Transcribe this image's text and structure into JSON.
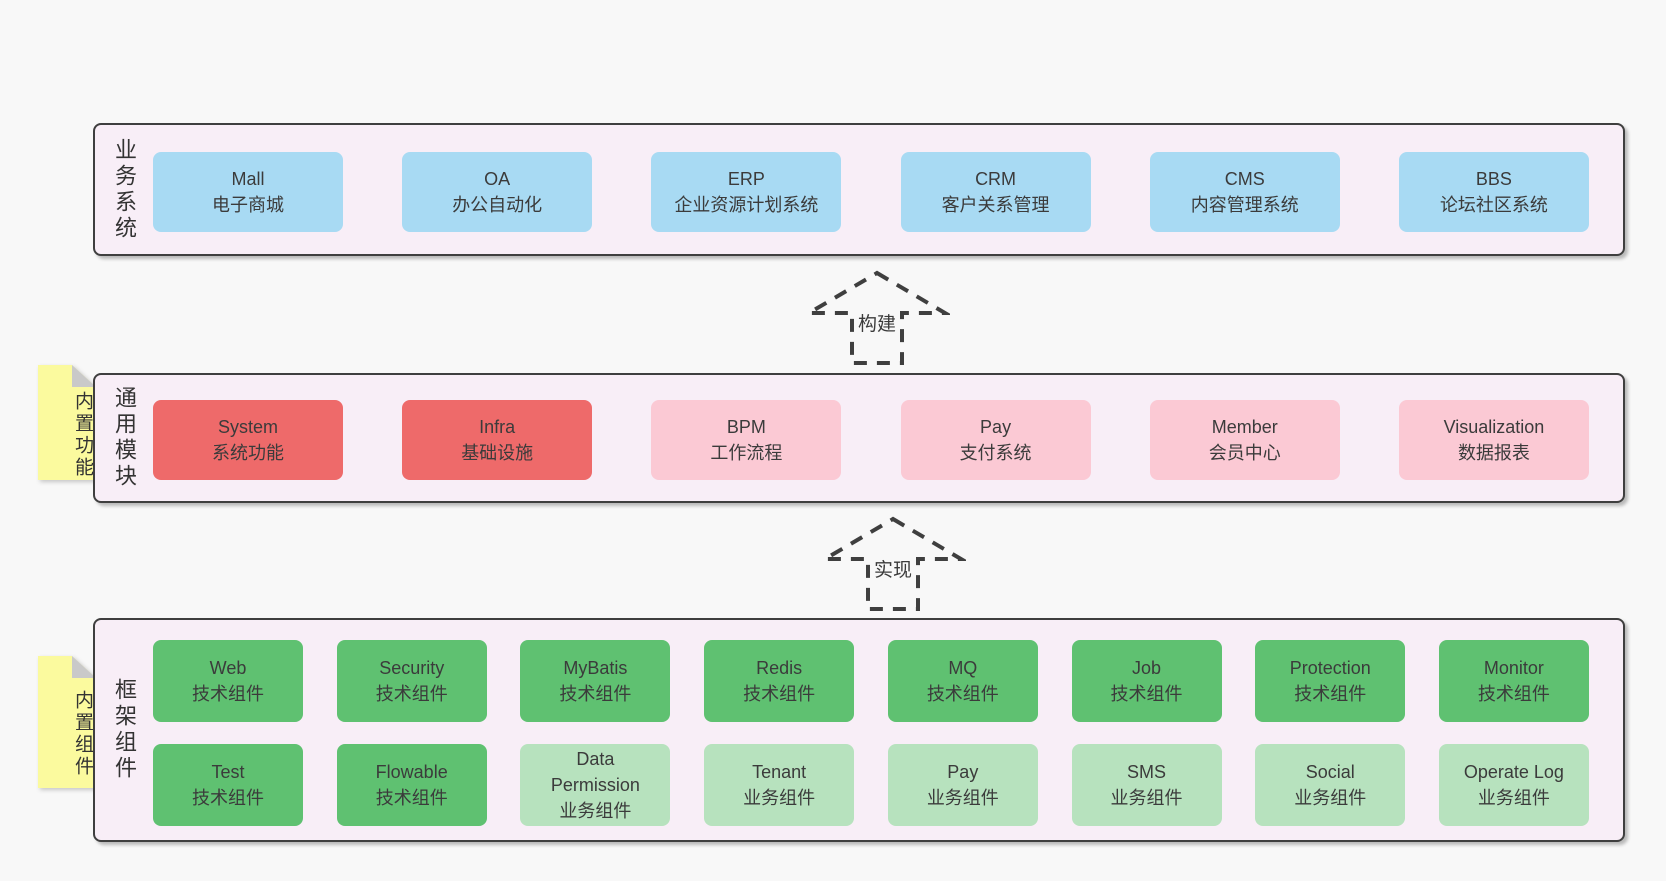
{
  "business": {
    "label": "业务系统",
    "boxes": [
      {
        "name": "Mall",
        "desc": "电子商城"
      },
      {
        "name": "OA",
        "desc": "办公自动化"
      },
      {
        "name": "ERP",
        "desc": "企业资源计划系统"
      },
      {
        "name": "CRM",
        "desc": "客户关系管理"
      },
      {
        "name": "CMS",
        "desc": "内容管理系统"
      },
      {
        "name": "BBS",
        "desc": "论坛社区系统"
      }
    ]
  },
  "modules": {
    "label": "通用模块",
    "note": "内置功能",
    "boxes": [
      {
        "name": "System",
        "desc": "系统功能"
      },
      {
        "name": "Infra",
        "desc": "基础设施"
      },
      {
        "name": "BPM",
        "desc": "工作流程"
      },
      {
        "name": "Pay",
        "desc": "支付系统"
      },
      {
        "name": "Member",
        "desc": "会员中心"
      },
      {
        "name": "Visualization",
        "desc": "数据报表"
      }
    ]
  },
  "components": {
    "label": "框架组件",
    "note": "内置组件",
    "row1": [
      {
        "name": "Web",
        "desc": "技术组件"
      },
      {
        "name": "Security",
        "desc": "技术组件"
      },
      {
        "name": "MyBatis",
        "desc": "技术组件"
      },
      {
        "name": "Redis",
        "desc": "技术组件"
      },
      {
        "name": "MQ",
        "desc": "技术组件"
      },
      {
        "name": "Job",
        "desc": "技术组件"
      },
      {
        "name": "Protection",
        "desc": "技术组件"
      },
      {
        "name": "Monitor",
        "desc": "技术组件"
      }
    ],
    "row2": [
      {
        "name": "Test",
        "desc": "技术组件"
      },
      {
        "name": "Flowable",
        "desc": "技术组件"
      },
      {
        "name": "Data Permission",
        "desc": "业务组件"
      },
      {
        "name": "Tenant",
        "desc": "业务组件"
      },
      {
        "name": "Pay",
        "desc": "业务组件"
      },
      {
        "name": "SMS",
        "desc": "业务组件"
      },
      {
        "name": "Social",
        "desc": "业务组件"
      },
      {
        "name": "Operate Log",
        "desc": "业务组件"
      }
    ]
  },
  "arrows": {
    "build": "构建",
    "implement": "实现"
  },
  "colors": {
    "page_bg": "#f8f8f8",
    "panel_bg": "#f8eef7",
    "panel_border": "#3f3f3f",
    "box_blue": "#a8daf3",
    "box_red": "#ee6a6a",
    "box_pink": "#fbc9d4",
    "box_green": "#5fc171",
    "box_green_light": "#b7e2be",
    "note_bg": "#fbfa9e",
    "note_fold": "#c9c9c9",
    "text": "#3b3b3b"
  }
}
